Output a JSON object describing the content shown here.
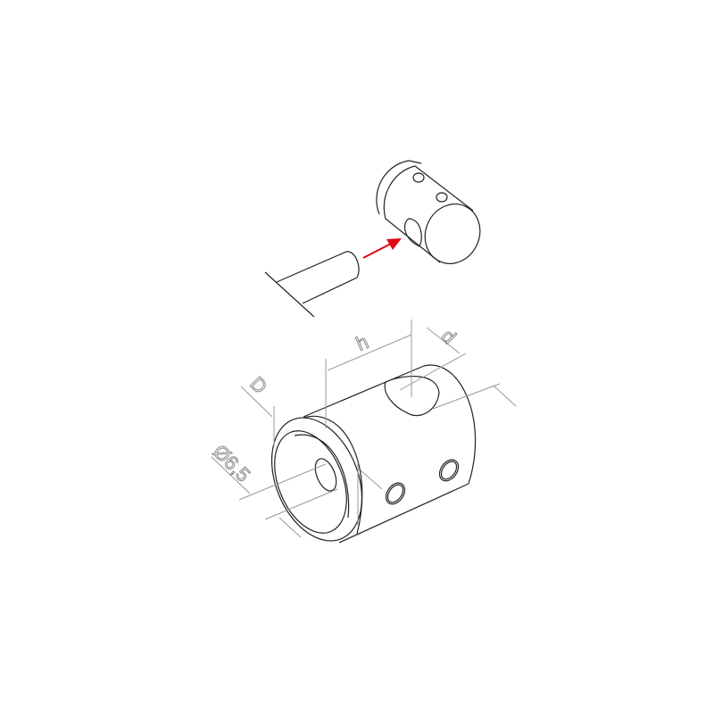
{
  "labels": {
    "h": "h",
    "d": "d",
    "D": "D",
    "bore": "Ø6,5"
  },
  "colors": {
    "line": "#222222",
    "dimension": "#999999",
    "arrow": "#e30613"
  }
}
